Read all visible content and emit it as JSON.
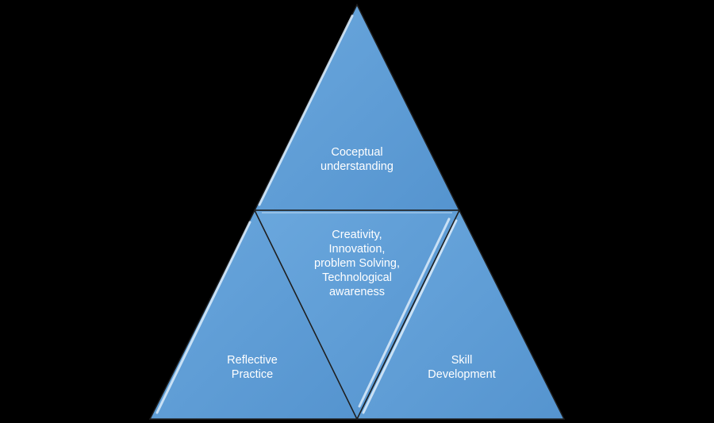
{
  "diagram": {
    "colors": {
      "background": "#000000",
      "fill": "#5b9bd5",
      "highlight": "#d9ecfb",
      "outline": "#1f1f1f",
      "text": "#ffffff"
    },
    "top": {
      "label": "Coceptual\nunderstanding"
    },
    "center": {
      "label": "Creativity,\nInnovation,\nproblem Solving,\nTechnological\nawareness"
    },
    "left": {
      "label": "Reflective\nPractice"
    },
    "right": {
      "label": "Skill\nDevelopment"
    }
  }
}
